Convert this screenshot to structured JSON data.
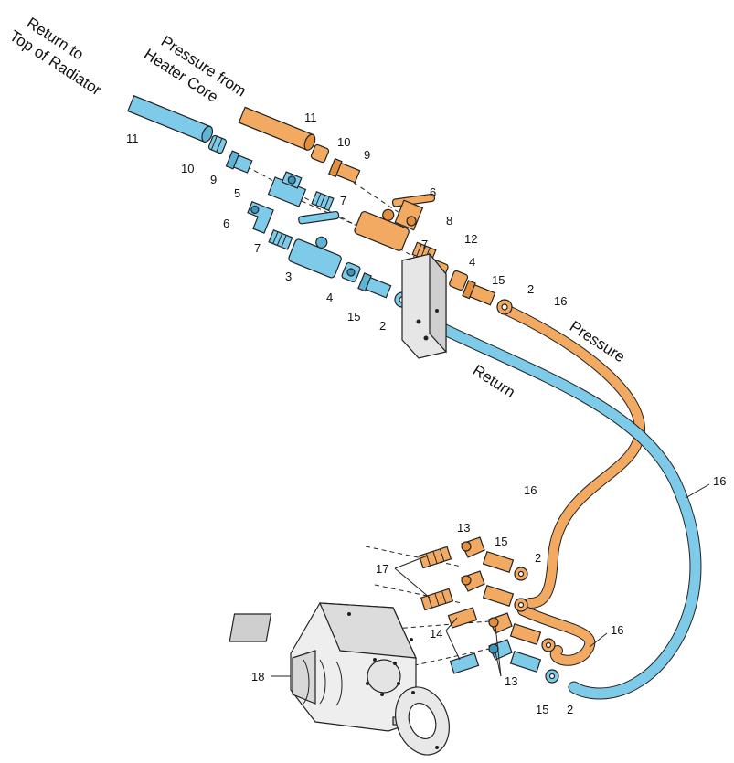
{
  "colors": {
    "return_line": "#7dcbe8",
    "pressure_line": "#f2aa62",
    "metal": "#d9d9d9",
    "outline": "#222222"
  },
  "labels": {
    "return_to_top_line1": "Return to",
    "return_to_top_line2": "Top of Radiator",
    "pressure_from_line1": "Pressure from",
    "pressure_from_line2": "Heater Core",
    "pressure": "Pressure",
    "return": "Return"
  },
  "callouts": {
    "c11_left": "11",
    "c10_left": "10",
    "c9_left": "9",
    "c5": "5",
    "c6_left": "6",
    "c7_left": "7",
    "c3": "3",
    "c4_left": "4",
    "c15_left": "15",
    "c2_left": "2",
    "c11_right": "11",
    "c10_right": "10",
    "c9_right": "9",
    "c6_right": "6",
    "c7_right": "7",
    "c8": "8",
    "c12": "12",
    "c4_right": "4",
    "c15_right": "15",
    "c2_right": "2",
    "c16_top": "16",
    "c16_mid": "16",
    "c16_far": "16",
    "c13_top": "13",
    "c15_mid": "15",
    "c2_mid": "2",
    "c17": "17",
    "c16_low": "16",
    "c14": "14",
    "c13_low": "13",
    "c18": "18",
    "c15_bottom": "15",
    "c2_bottom": "2"
  }
}
